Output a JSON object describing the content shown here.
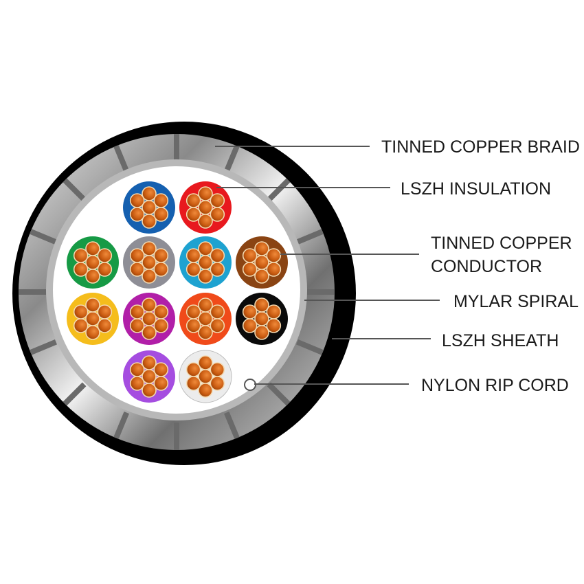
{
  "labels": {
    "braid": "TINNED COPPER BRAID",
    "insulation": "LSZH INSULATION",
    "conductor_line1": "TINNED COPPER",
    "conductor_line2": "CONDUCTOR",
    "mylar": "MYLAR SPIRAL",
    "sheath": "LSZH SHEATH",
    "ripcord": "NYLON RIP CORD"
  },
  "colors": {
    "sheath": "#000000",
    "copper": "#d2691e",
    "mylar": "#b5b5b5",
    "filler": "#ffffff"
  },
  "cores": [
    {
      "name": "blue",
      "color": "#1560b0"
    },
    {
      "name": "red",
      "color": "#e8191e"
    },
    {
      "name": "green",
      "color": "#169a45"
    },
    {
      "name": "gray",
      "color": "#8e8e96"
    },
    {
      "name": "cyan",
      "color": "#1ea2d0"
    },
    {
      "name": "brown",
      "color": "#8a4413"
    },
    {
      "name": "yellow",
      "color": "#f5bd1c"
    },
    {
      "name": "magenta",
      "color": "#b11fa8"
    },
    {
      "name": "orange",
      "color": "#f04a1a"
    },
    {
      "name": "black",
      "color": "#0a0a0a"
    },
    {
      "name": "violet",
      "color": "#a54de0"
    },
    {
      "name": "white",
      "color": "#ececec"
    }
  ]
}
